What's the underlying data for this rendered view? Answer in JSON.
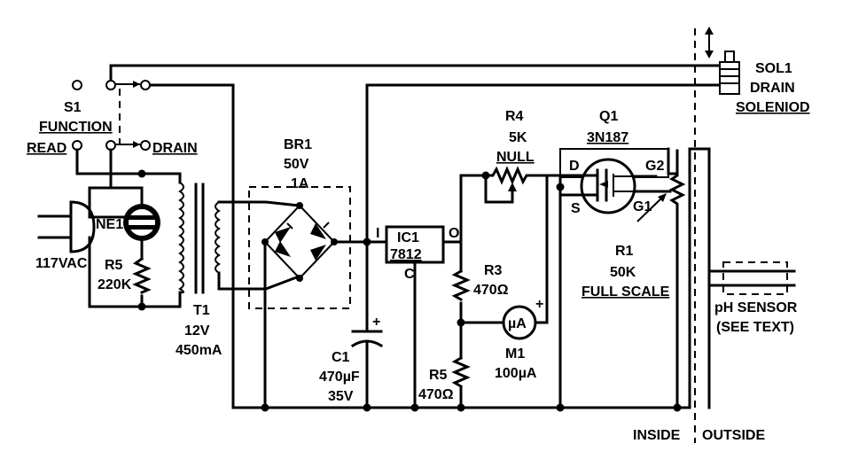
{
  "labels": {
    "s1": "S1",
    "function": "FUNCTION",
    "read": "READ",
    "drain": "DRAIN",
    "ne1": "NE1",
    "plug": "117VAC",
    "r5_top": "R5",
    "r5_top_val": "220K",
    "t1": "T1",
    "t1_v": "12V",
    "t1_i": "450mA",
    "br1": "BR1",
    "br1_v": "50V",
    "br1_i": "1A",
    "ic_in": "I",
    "ic_out": "O",
    "ic_name": "IC1",
    "ic_part": "7812",
    "ic_c": "C",
    "c1": "C1",
    "c1_val": "470µF",
    "c1_v": "35V",
    "c1_plus": "+",
    "r3": "R3",
    "r3_val": "470Ω",
    "r5_bot": "R5",
    "r5_bot_val": "470Ω",
    "r4": "R4",
    "r4_val": "5K",
    "null": "NULL",
    "meter_sym": "µA",
    "meter_plus": "+",
    "m1": "M1",
    "m1_val": "100µA",
    "q1": "Q1",
    "q1_part": "3N187",
    "pin_d": "D",
    "pin_s": "S",
    "pin_g2": "G2",
    "pin_g1": "G1",
    "r1": "R1",
    "r1_val": "50K",
    "full_scale": "FULL SCALE",
    "sol1": "SOL1",
    "sol_drain": "DRAIN",
    "sol_word": "SOLENIOD",
    "ph_sensor": "pH SENSOR",
    "see_text": "(SEE TEXT)",
    "inside": "INSIDE",
    "outside": "OUTSIDE"
  }
}
